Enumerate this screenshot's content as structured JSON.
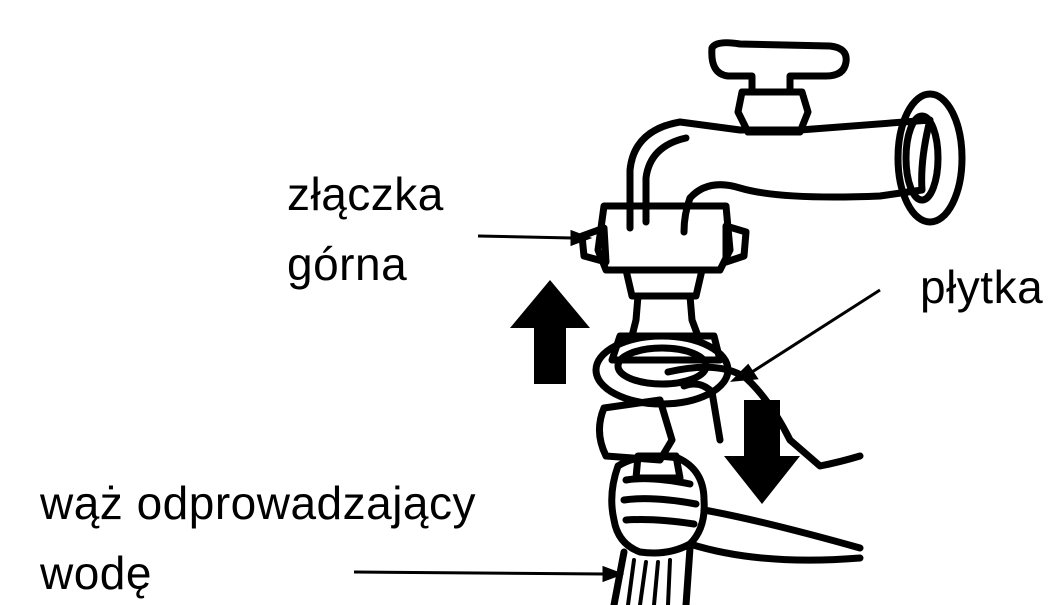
{
  "labels": {
    "upper_connector_line1": "złączka",
    "upper_connector_line2": "górna",
    "plate": "płytka",
    "drain_hose_line1": "wąż odprowadzający",
    "drain_hose_line2": "wodę"
  },
  "colors": {
    "ink": "#000000",
    "paper": "#ffffff"
  }
}
